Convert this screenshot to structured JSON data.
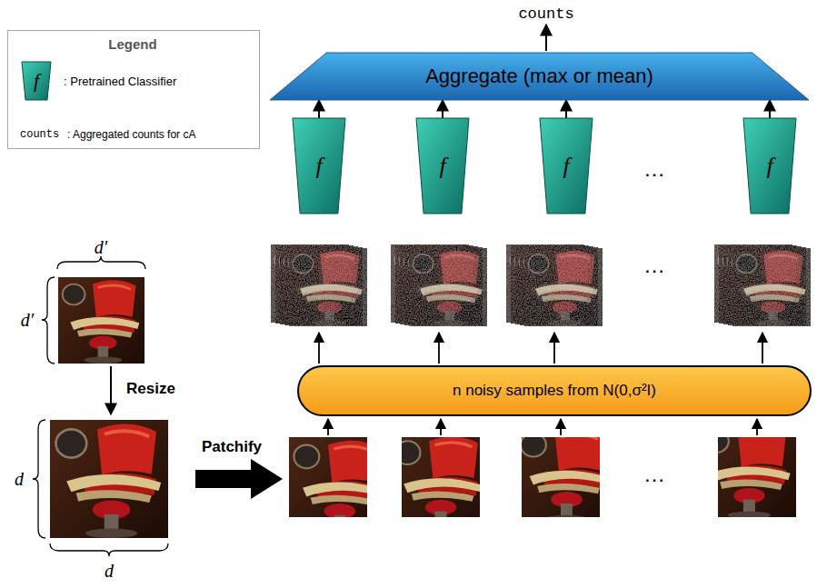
{
  "diagram": {
    "nodes": [
      {
        "text": [
          "Aggregate (max or mean)"
        ]
      },
      {
        "text": [
          "f"
        ]
      },
      {
        "text": [
          "f"
        ]
      },
      {
        "text": [
          "f"
        ]
      },
      {
        "text": [
          "f"
        ]
      },
      {
        "text": [
          "n noisy samples from N(0,σ²I)"
        ]
      }
    ],
    "edges": [
      {
        "from": 1,
        "to": 0,
        "arrow": "to"
      },
      {
        "from": 2,
        "to": 0,
        "arrow": "to"
      },
      {
        "from": 3,
        "to": 0,
        "arrow": "to"
      },
      {
        "from": 4,
        "to": 0,
        "arrow": "to"
      }
    ],
    "labels": [
      "counts",
      "Legend",
      "f",
      "counts",
      "…",
      "…",
      "…",
      "d′",
      "d′",
      "Resize",
      "d",
      "Patchify",
      "d"
    ],
    "legend": [
      {
        "text": ": Pretrained Classifier"
      },
      {
        "text": ": Aggregated counts for cA"
      }
    ]
  }
}
